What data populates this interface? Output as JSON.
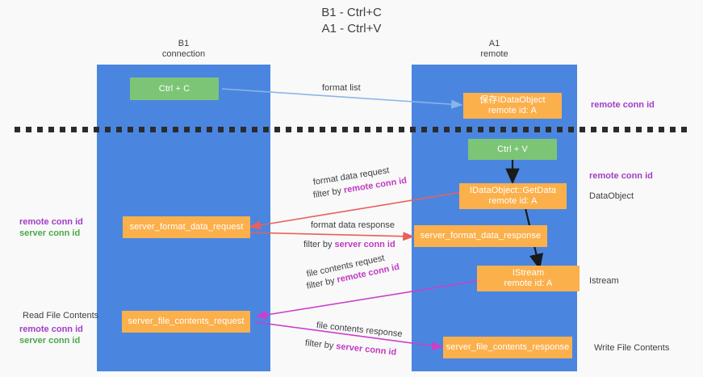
{
  "title": "B1 - Ctrl+C\nA1 - Ctrl+V",
  "columns": {
    "left": {
      "name": "B1",
      "role": "connection",
      "header": "B1\nconnection"
    },
    "right": {
      "name": "A1",
      "role": "remote",
      "header": "A1\nremote"
    }
  },
  "colors": {
    "lane": "#4a86e0",
    "green_node": "#7cc576",
    "orange_node": "#fbb04c",
    "background": "#f9f9f9",
    "divider": "#2b2b2b",
    "highlight_purple": "#a23cc6",
    "highlight_green": "#4aa84a",
    "arrow_blue": "#8ab4e8",
    "arrow_red": "#e8605a",
    "arrow_magenta": "#cc3ecc",
    "arrow_black": "#1a1a1a"
  },
  "nodes": [
    {
      "id": "ctrl-c",
      "label": "Ctrl + C",
      "kind": "green"
    },
    {
      "id": "save-idataobject",
      "label": "保存IDataObject\nremote id: A",
      "kind": "orange"
    },
    {
      "id": "ctrl-v",
      "label": "Ctrl + V",
      "kind": "green"
    },
    {
      "id": "idataobject-getdata",
      "label": "IDataObject::GetData\nremote id: A",
      "kind": "orange"
    },
    {
      "id": "server-format-data-request",
      "label": "server_format_data_request",
      "kind": "orange"
    },
    {
      "id": "server-format-data-response",
      "label": "server_format_data_response",
      "kind": "orange"
    },
    {
      "id": "istream",
      "label": "IStream\nremote id: A",
      "kind": "orange"
    },
    {
      "id": "server-file-contents-request",
      "label": "server_file_contents_request",
      "kind": "orange"
    },
    {
      "id": "server-file-contents-response",
      "label": "server_file_contents_response",
      "kind": "orange"
    }
  ],
  "edge_labels": [
    {
      "id": "format-list",
      "text": "format list"
    },
    {
      "id": "format-data-request",
      "line1": "format data request",
      "line2_prefix": "filter by ",
      "line2_hl": "remote conn id"
    },
    {
      "id": "format-data-response",
      "line1": "format data response",
      "line2_prefix": "filter by ",
      "line2_hl": "server conn id"
    },
    {
      "id": "file-contents-request",
      "line1": "file contents request",
      "line2_prefix": "filter by ",
      "line2_hl": "remote conn id"
    },
    {
      "id": "file-contents-response",
      "line1": "file contents response",
      "line2_prefix": "filter by ",
      "line2_hl": "server conn id"
    }
  ],
  "annotations": {
    "right": [
      {
        "id": "remote-conn-id-top",
        "text": "remote conn id",
        "style": "purple"
      },
      {
        "id": "remote-conn-id-mid",
        "text": "remote conn id",
        "style": "purple"
      },
      {
        "id": "dataobject",
        "text": "DataObject",
        "style": "plain"
      },
      {
        "id": "istream",
        "text": "Istream",
        "style": "plain"
      },
      {
        "id": "write-file-contents",
        "text": "Write File Contents",
        "style": "plain"
      }
    ],
    "left": [
      {
        "id": "remote-conn-id-left",
        "text": "remote conn id",
        "style": "purple"
      },
      {
        "id": "server-conn-id-left",
        "text": "server conn id",
        "style": "green"
      },
      {
        "id": "read-file-contents",
        "text": "Read File Contents",
        "style": "plain"
      },
      {
        "id": "remote-conn-id-left2",
        "text": "remote conn id",
        "style": "purple"
      },
      {
        "id": "server-conn-id-left2",
        "text": "server conn id",
        "style": "green"
      }
    ]
  }
}
